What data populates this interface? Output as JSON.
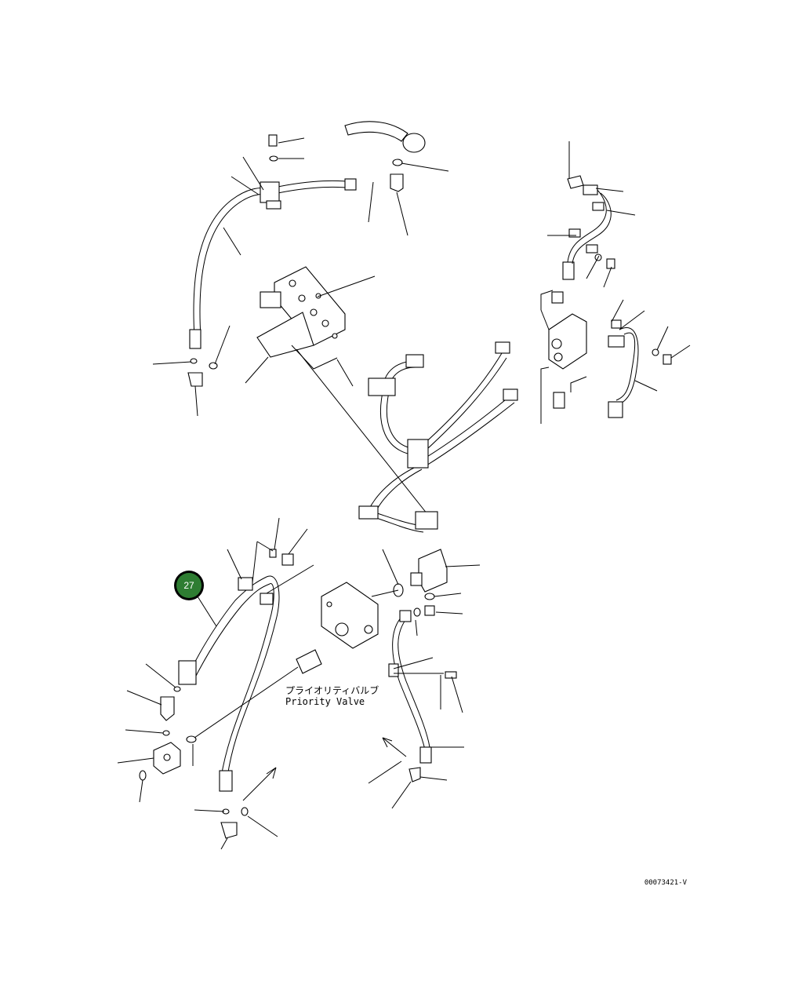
{
  "callout": {
    "number": "27",
    "color": "#2e7d32",
    "ring_color": "#000000"
  },
  "priority_valve": {
    "label_jp": "プライオリティバルブ",
    "label_en": "Priority Valve"
  },
  "drawing_code": "00073421-V"
}
